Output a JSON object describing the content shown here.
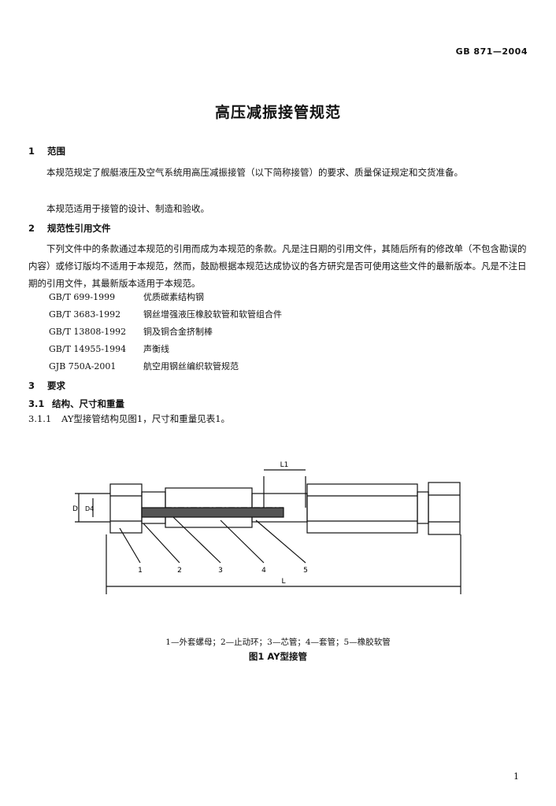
{
  "header": {
    "standard_code": "GB 871—2004"
  },
  "title": "高压减振接管规范",
  "sections": {
    "s1": {
      "number": "1",
      "heading": "范围",
      "p1": "本规范规定了舰艇液压及空气系统用高压减振接管（以下简称接管）的要求、质量保证规定和交货准备。",
      "p2": "本规范适用于接管的设计、制造和验收。"
    },
    "s2": {
      "number": "2",
      "heading": "规范性引用文件",
      "p1": "下列文件中的条款通过本规范的引用而成为本规范的条款。凡是注日期的引用文件，其随后所有的修改单（不包含勘误的内容）或修订版均不适用于本规范，然而，鼓励根据本规范达成协议的各方研究是否可使用这些文件的最新版本。凡是不注日期的引用文件，其最新版本适用于本规范。",
      "refs": [
        {
          "code": "GB/T 699-1999",
          "title": "优质碳素结构钢"
        },
        {
          "code": "GB/T 3683-1992",
          "title": "钢丝增强液压橡胶软管和软管组合件"
        },
        {
          "code": "GB/T 13808-1992",
          "title": "铜及铜合金挤制棒"
        },
        {
          "code": "GB/T 14955-1994",
          "title": "声衡线"
        },
        {
          "code": "GJB 750A-2001",
          "title": "航空用钢丝编织软管规范"
        }
      ]
    },
    "s3": {
      "number": "3",
      "heading": "要求",
      "sub1": {
        "number": "3.1",
        "heading": "结构、尺寸和重量"
      },
      "sub11": {
        "number": "3.1.1",
        "text": "AY型接管结构见图1，尺寸和重量见表1。"
      }
    }
  },
  "figure": {
    "labels": {
      "d": "D",
      "d0": "D4",
      "l1": "L1",
      "l": "L",
      "c1": "1",
      "c2": "2",
      "c3": "3",
      "c4": "4",
      "c5": "5"
    },
    "caption": "1—外套螺母；2—止动环；3—芯管；4—套管；5—橡胶软管",
    "title": "图1  AY型接管"
  },
  "page_number": "1"
}
